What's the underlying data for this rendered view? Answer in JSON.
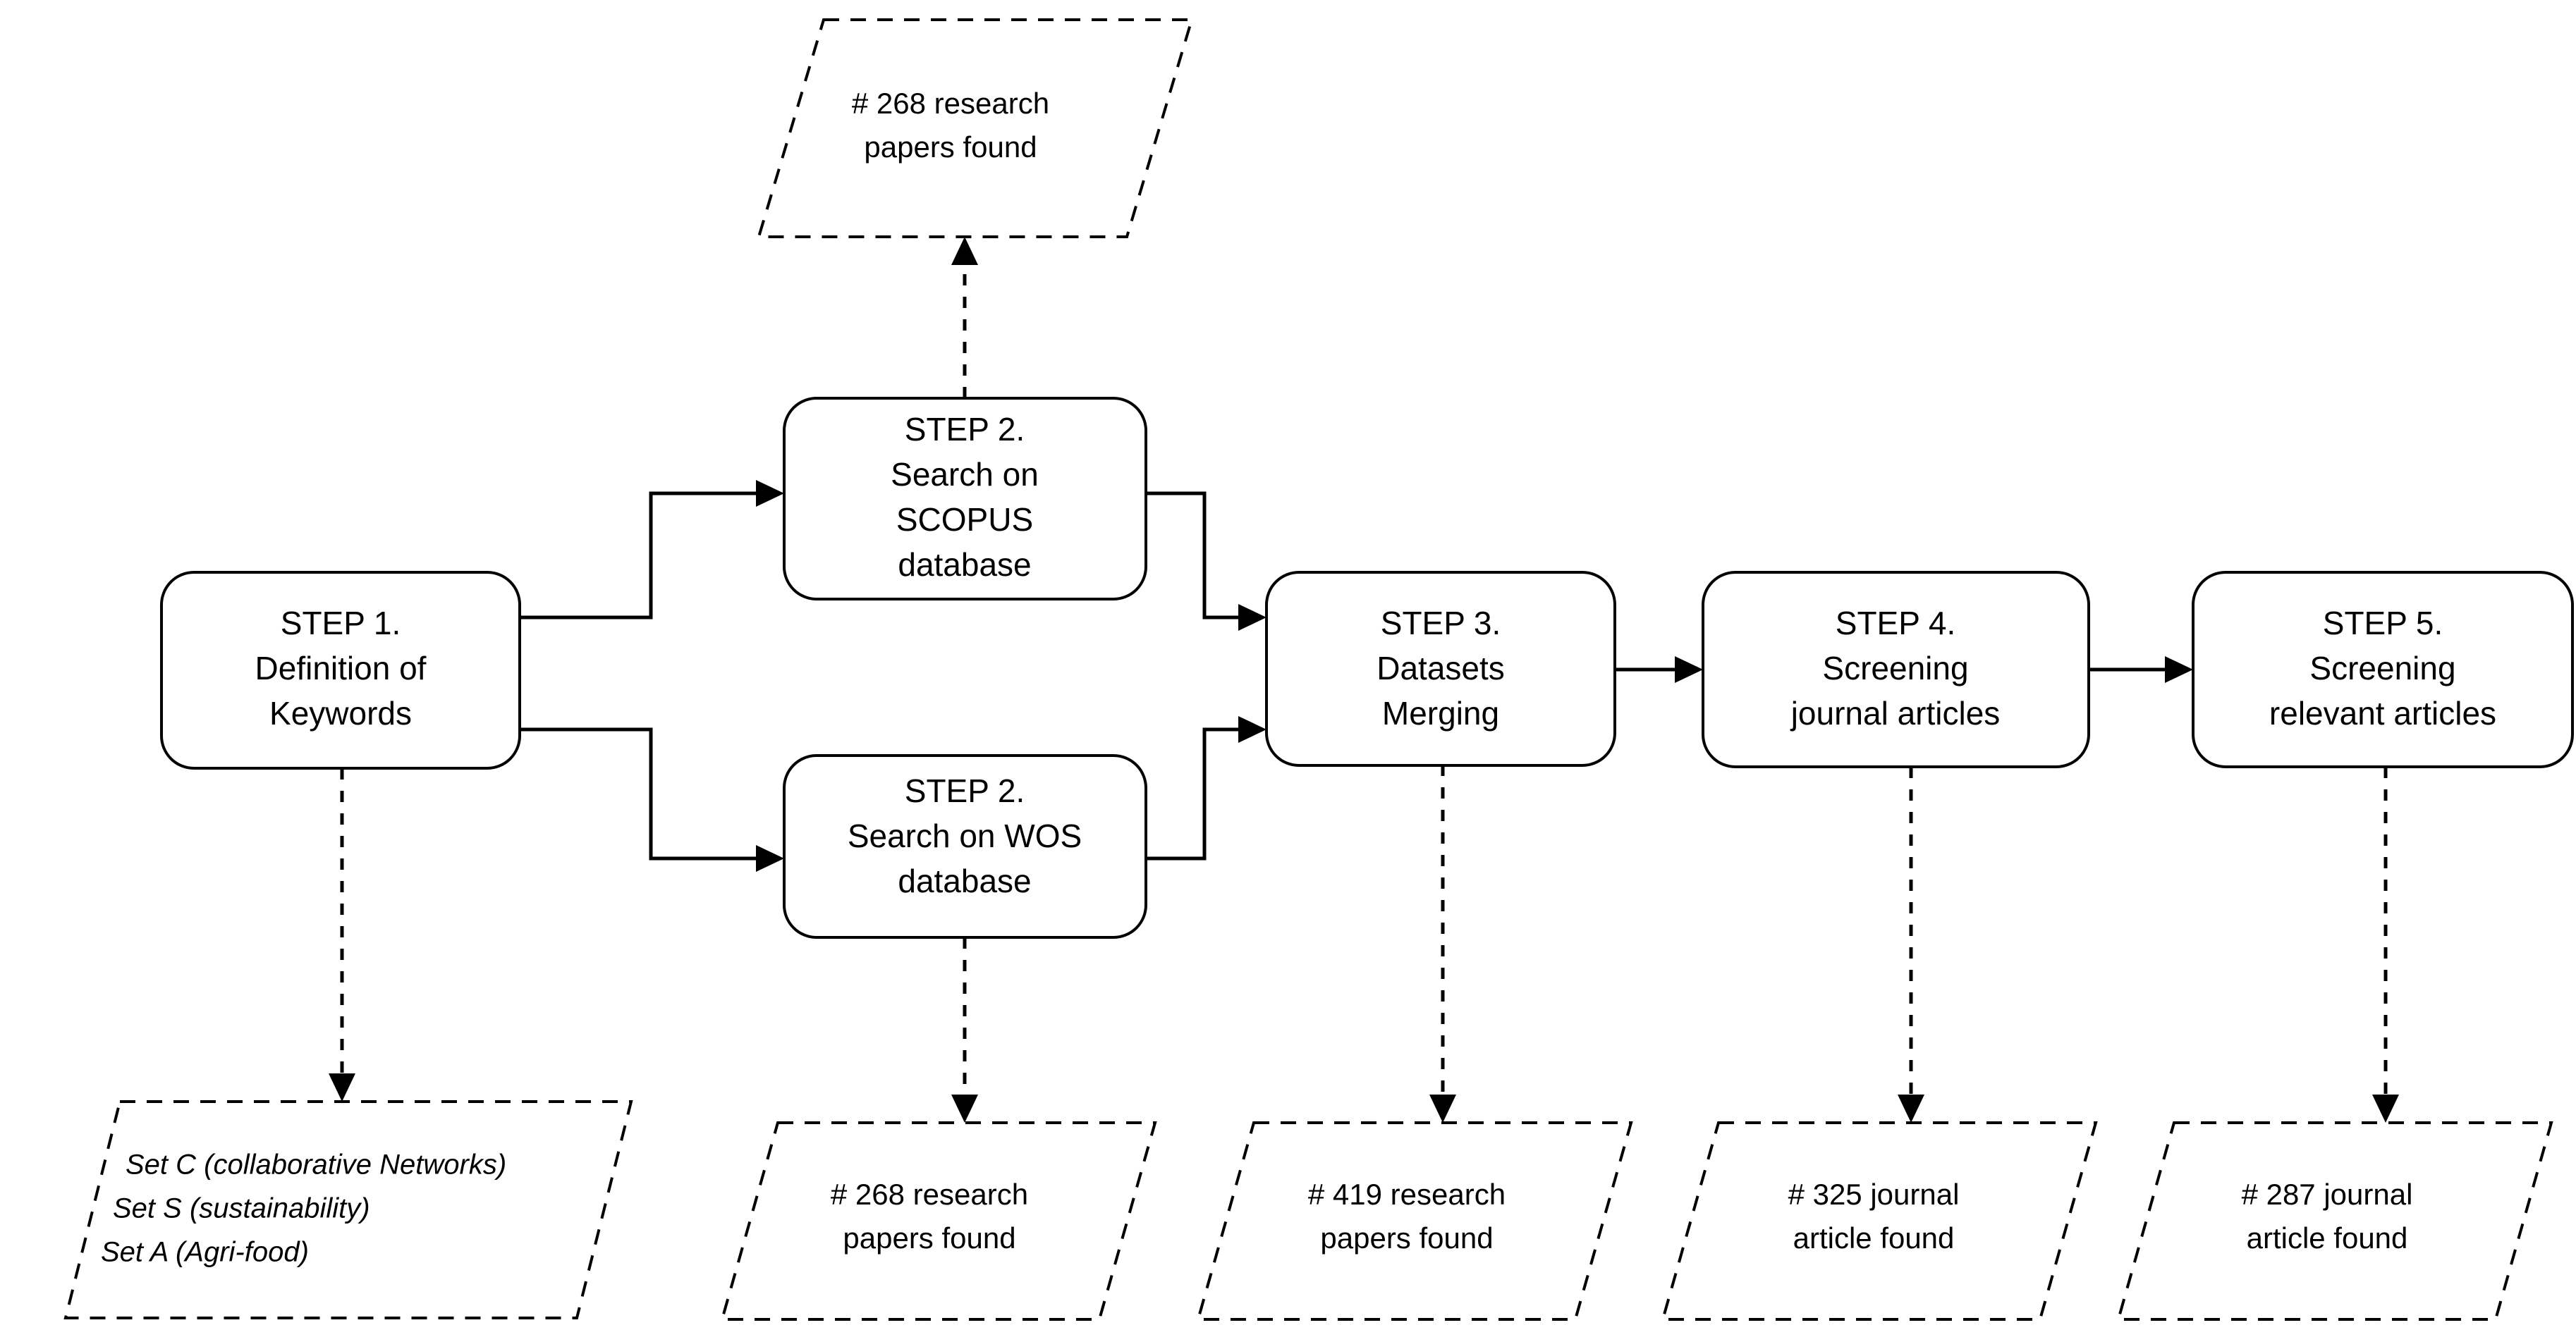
{
  "diagram": {
    "title": "Literature search and screening process",
    "type": "flowchart",
    "colors": {
      "background": "#ffffff",
      "stroke": "#000000",
      "fill": "#ffffff"
    }
  },
  "process_steps": [
    {
      "id": "step1",
      "shape": "rounded-rectangle",
      "lines": [
        "STEP 1.",
        "Definition of",
        "Keywords"
      ]
    },
    {
      "id": "step2-scopus",
      "shape": "rounded-rectangle",
      "lines": [
        "STEP 2.",
        "Search on",
        "SCOPUS",
        "database"
      ]
    },
    {
      "id": "step2-wos",
      "shape": "rounded-rectangle",
      "lines": [
        "STEP 2.",
        "Search on WOS",
        "database"
      ]
    },
    {
      "id": "step3",
      "shape": "rounded-rectangle",
      "lines": [
        "STEP 3.",
        "Datasets",
        "Merging"
      ]
    },
    {
      "id": "step4",
      "shape": "rounded-rectangle",
      "lines": [
        "STEP 4.",
        "Screening",
        "journal articles"
      ]
    },
    {
      "id": "step5",
      "shape": "rounded-rectangle",
      "lines": [
        "STEP 5.",
        "Screening",
        "relevant articles"
      ]
    }
  ],
  "data_nodes": [
    {
      "id": "scopus-output-top",
      "shape": "parallelogram",
      "lines": [
        "# 268 research",
        "papers found"
      ],
      "count": 268,
      "unit": "research papers found",
      "source": "step2-scopus"
    },
    {
      "id": "keywords-sets",
      "shape": "parallelogram",
      "italic": true,
      "lines": [
        "Set C (collaborative Networks)",
        "Set S (sustainability)",
        "Set A (Agri-food)"
      ],
      "source": "step1"
    },
    {
      "id": "wos-output",
      "shape": "parallelogram",
      "lines": [
        "# 268 research",
        "papers found"
      ],
      "count": 268,
      "unit": "research papers found",
      "source": "step2-wos"
    },
    {
      "id": "merged-output",
      "shape": "parallelogram",
      "lines": [
        "# 419 research",
        "papers found"
      ],
      "count": 419,
      "unit": "research papers found",
      "source": "step3"
    },
    {
      "id": "journal-screened-output",
      "shape": "parallelogram",
      "lines": [
        "# 325 journal",
        "article found"
      ],
      "count": 325,
      "unit": "journal article found",
      "source": "step4"
    },
    {
      "id": "relevant-screened-output",
      "shape": "parallelogram",
      "lines": [
        "# 287 journal",
        "article found"
      ],
      "count": 287,
      "unit": "journal article found",
      "source": "step5"
    }
  ],
  "connectors": [
    {
      "id": "step1-to-scopus",
      "style": "solid",
      "arrow": true,
      "from": "step1",
      "to": "step2-scopus"
    },
    {
      "id": "step1-to-wos",
      "style": "solid",
      "arrow": true,
      "from": "step1",
      "to": "step2-wos"
    },
    {
      "id": "scopus-to-step3",
      "style": "solid",
      "arrow": true,
      "from": "step2-scopus",
      "to": "step3"
    },
    {
      "id": "wos-to-step3",
      "style": "solid",
      "arrow": true,
      "from": "step2-wos",
      "to": "step3"
    },
    {
      "id": "step3-to-step4",
      "style": "solid",
      "arrow": true,
      "from": "step3",
      "to": "step4"
    },
    {
      "id": "step4-to-step5",
      "style": "solid",
      "arrow": true,
      "from": "step4",
      "to": "step5"
    },
    {
      "id": "scopus-to-output-top",
      "style": "dashed",
      "arrow": true,
      "from": "step2-scopus",
      "to": "scopus-output-top"
    },
    {
      "id": "step1-to-sets",
      "style": "dashed",
      "arrow": true,
      "from": "step1",
      "to": "keywords-sets"
    },
    {
      "id": "wos-to-output",
      "style": "dashed",
      "arrow": true,
      "from": "step2-wos",
      "to": "wos-output"
    },
    {
      "id": "step3-to-output",
      "style": "dashed",
      "arrow": true,
      "from": "step3",
      "to": "merged-output"
    },
    {
      "id": "step4-to-output",
      "style": "dashed",
      "arrow": true,
      "from": "step4",
      "to": "journal-screened-output"
    },
    {
      "id": "step5-to-output",
      "style": "dashed",
      "arrow": true,
      "from": "step5",
      "to": "relevant-screened-output"
    }
  ]
}
